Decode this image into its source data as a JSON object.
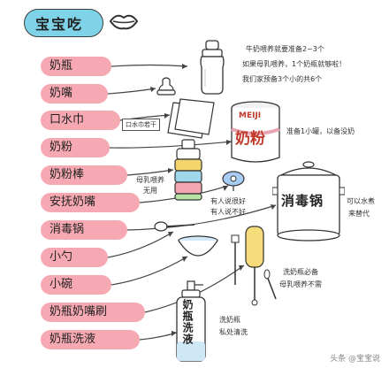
{
  "title": "宝宝吃",
  "labels": [
    "奶瓶",
    "奶嘴",
    "口水巾",
    "奶粉",
    "奶粉棒",
    "安抚奶嘴",
    "消毒锅",
    "小勺",
    "小碗",
    "奶瓶奶嘴刷",
    "奶瓶洗液"
  ],
  "notes": {
    "bottle_line1": "牛奶喂养就要准备2~3个",
    "bottle_line2": "如果母乳喂养，1个奶瓶就够啦！",
    "bottle_line3": "我们家预备3个小的共6个",
    "bib": "口水巾若干",
    "formula": "准备1小罐，以备没奶",
    "formula_stick_1": "母乳喂养",
    "formula_stick_2": "无用",
    "pacifier_1": "有人说很好",
    "pacifier_2": "有人说不好",
    "sterilizer_1": "可以水煮",
    "sterilizer_2": "来替代",
    "brush_1": "洗奶瓶必备",
    "brush_2": "母乳喂养不需",
    "liquid_1": "洗奶瓶",
    "liquid_2": "私处清洗"
  },
  "illustrations": {
    "formula_can_top": "MEIJI",
    "formula_can_text": "奶粉",
    "sterilizer_text": "消毒锅",
    "wash_bottle_text": "奶瓶洗液"
  },
  "watermark": "头条 @宝宝说",
  "colors": {
    "title_pill": "#7fd3e8",
    "label_pill": "#f7a9b3",
    "accent_red": "#c0392b"
  }
}
